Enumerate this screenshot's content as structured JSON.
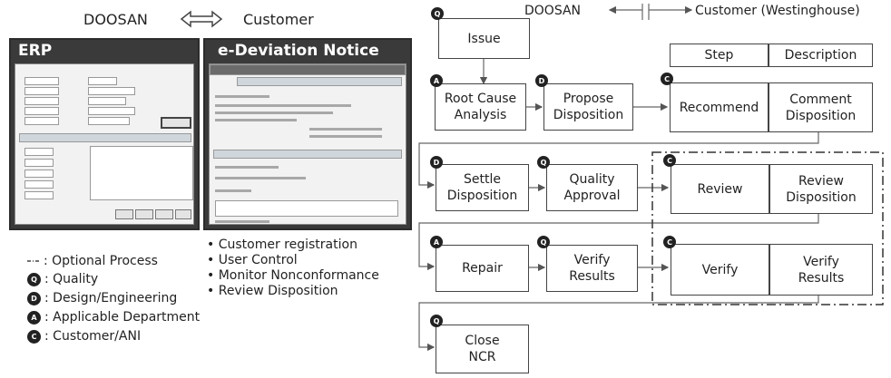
{
  "header": {
    "left_party": "DOOSAN",
    "right_party": "Customer",
    "flow_left": "DOOSAN",
    "flow_right": "Customer (Westinghouse)"
  },
  "panels": {
    "erp_title": "ERP",
    "deviation_title": "e-Deviation Notice"
  },
  "legend": {
    "optional": ": Optional Process",
    "quality": ": Quality",
    "design": ": Design/Engineering",
    "applicable": ": Applicable Department",
    "customer": ": Customer/ANI",
    "quality_letter": "Q",
    "design_letter": "D",
    "applicable_letter": "A",
    "customer_letter": "C"
  },
  "features": [
    "Customer registration",
    "User Control",
    "Monitor Nonconformance",
    "Review Disposition"
  ],
  "flow": {
    "issue": "Issue",
    "root_cause": "Root Cause\nAnalysis",
    "propose": "Propose\nDisposition",
    "step_header": "Step",
    "description_header": "Description",
    "recommend": "Recommend",
    "comment": "Comment\nDisposition",
    "settle": "Settle\nDisposition",
    "quality_approval": "Quality\nApproval",
    "review": "Review",
    "review_disposition": "Review\nDisposition",
    "repair": "Repair",
    "verify_results_left": "Verify\nResults",
    "verify": "Verify",
    "verify_results_right": "Verify\nResults",
    "close": "Close\nNCR"
  },
  "badges": {
    "issue": "Q",
    "root_cause": "A",
    "propose": "D",
    "recommend": "C",
    "settle": "D",
    "quality_approval": "Q",
    "review": "C",
    "repair": "A",
    "verify_left": "Q",
    "verify_right": "C",
    "close": "Q"
  }
}
